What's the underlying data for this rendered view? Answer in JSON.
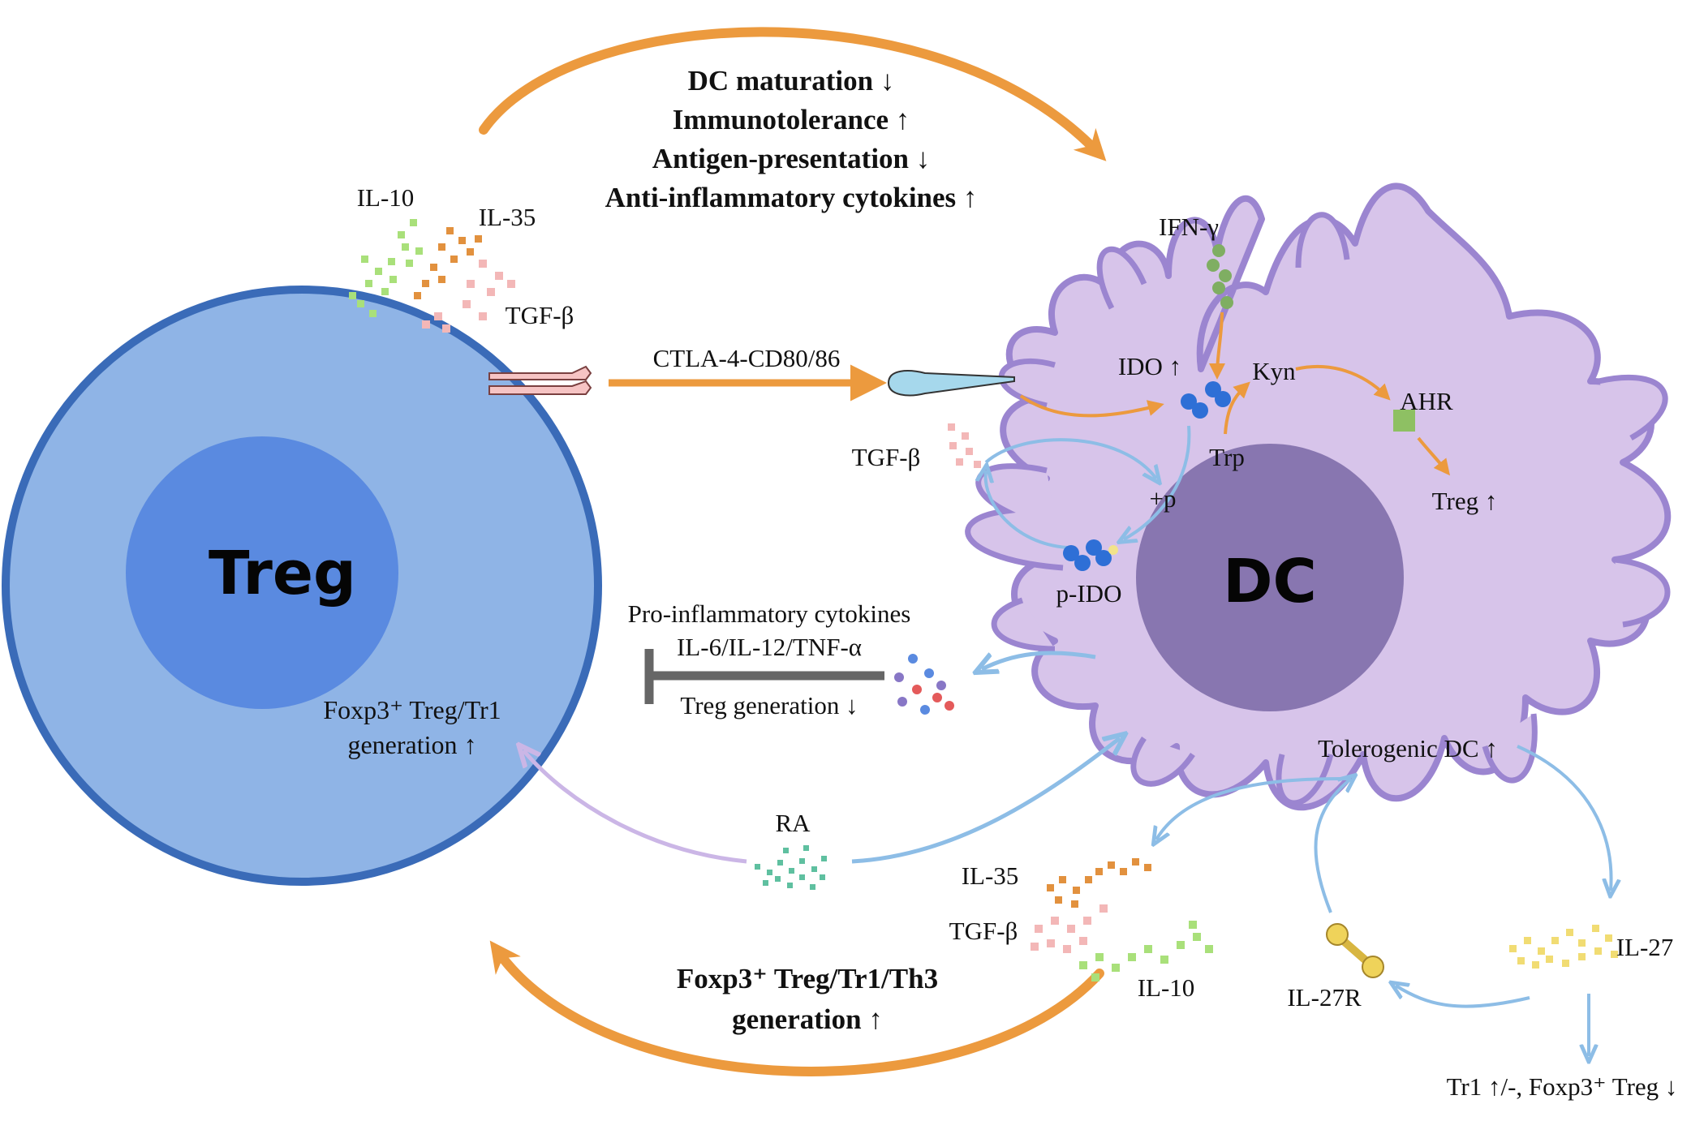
{
  "top_arrow_text": {
    "line1": "DC maturation ↓",
    "line2": "Immunotolerance ↑",
    "line3": "Antigen-presentation ↓",
    "line4": "Anti-inflammatory cytokines ↑"
  },
  "treg": {
    "label": "Treg",
    "il10": "IL-10",
    "il35": "IL-35",
    "tgfb": "TGF-β",
    "foxp3_line1": "Foxp3⁺ Treg/Tr1",
    "foxp3_line2": "generation ↑"
  },
  "ctla4_label": "CTLA-4-CD80/86",
  "dc": {
    "label": "DC",
    "ifng": "IFN-γ",
    "ido": "IDO ↑",
    "kyn": "Kyn",
    "ahr": "AHR",
    "trp": "Trp",
    "treg_up": "Treg ↑",
    "tgfb": "TGF-β",
    "plus_p": "+p",
    "p_ido": "p-IDO",
    "tolerogenic": "Tolerogenic DC ↑",
    "il27": "IL-27",
    "il27r": "IL-27R",
    "il35": "IL-35",
    "tgfb2": "TGF-β",
    "il10": "IL-10"
  },
  "inhibition": {
    "line1": "Pro-inflammatory cytokines",
    "line2": "IL-6/IL-12/TNF-α",
    "line3": "Treg generation ↓"
  },
  "ra_label": "RA",
  "bottom_arrow_text": {
    "line1": "Foxp3⁺ Treg/Tr1/Th3",
    "line2": "generation ↑"
  },
  "bottom_right_text": "Tr1 ↑/-, Foxp3⁺ Treg ↓",
  "colors": {
    "treg_outer": "#8fb4e6",
    "treg_border": "#3a6bb8",
    "treg_nucleus": "#5a8ae0",
    "dc_body": "#d7c4ea",
    "dc_border": "#9b85d0",
    "dc_nucleus": "#8876b0",
    "orange": "#ec9a3e",
    "blue_arrow": "#8dbde6",
    "inhibit": "#666666"
  }
}
